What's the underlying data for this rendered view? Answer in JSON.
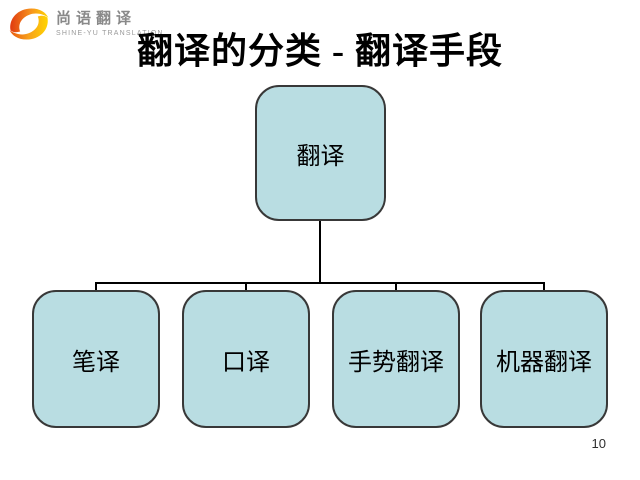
{
  "slide": {
    "title": "翻译的分类 - 翻译手段",
    "page_number": "10"
  },
  "logo": {
    "name_cn": "尚语翻译",
    "name_en": "SHINE-YU TRANSLATION",
    "mark_colors": {
      "red": "#e03a10",
      "orange": "#f7941d",
      "yellow": "#ffd400"
    }
  },
  "diagram": {
    "type": "tree",
    "root": {
      "label": "翻译"
    },
    "children": [
      {
        "label": "笔译"
      },
      {
        "label": "口译"
      },
      {
        "label": "手势翻译"
      },
      {
        "label": "机器翻译"
      }
    ],
    "node_fill": "#b9dde2",
    "node_border": "#383838",
    "connector_color": "#000000"
  }
}
